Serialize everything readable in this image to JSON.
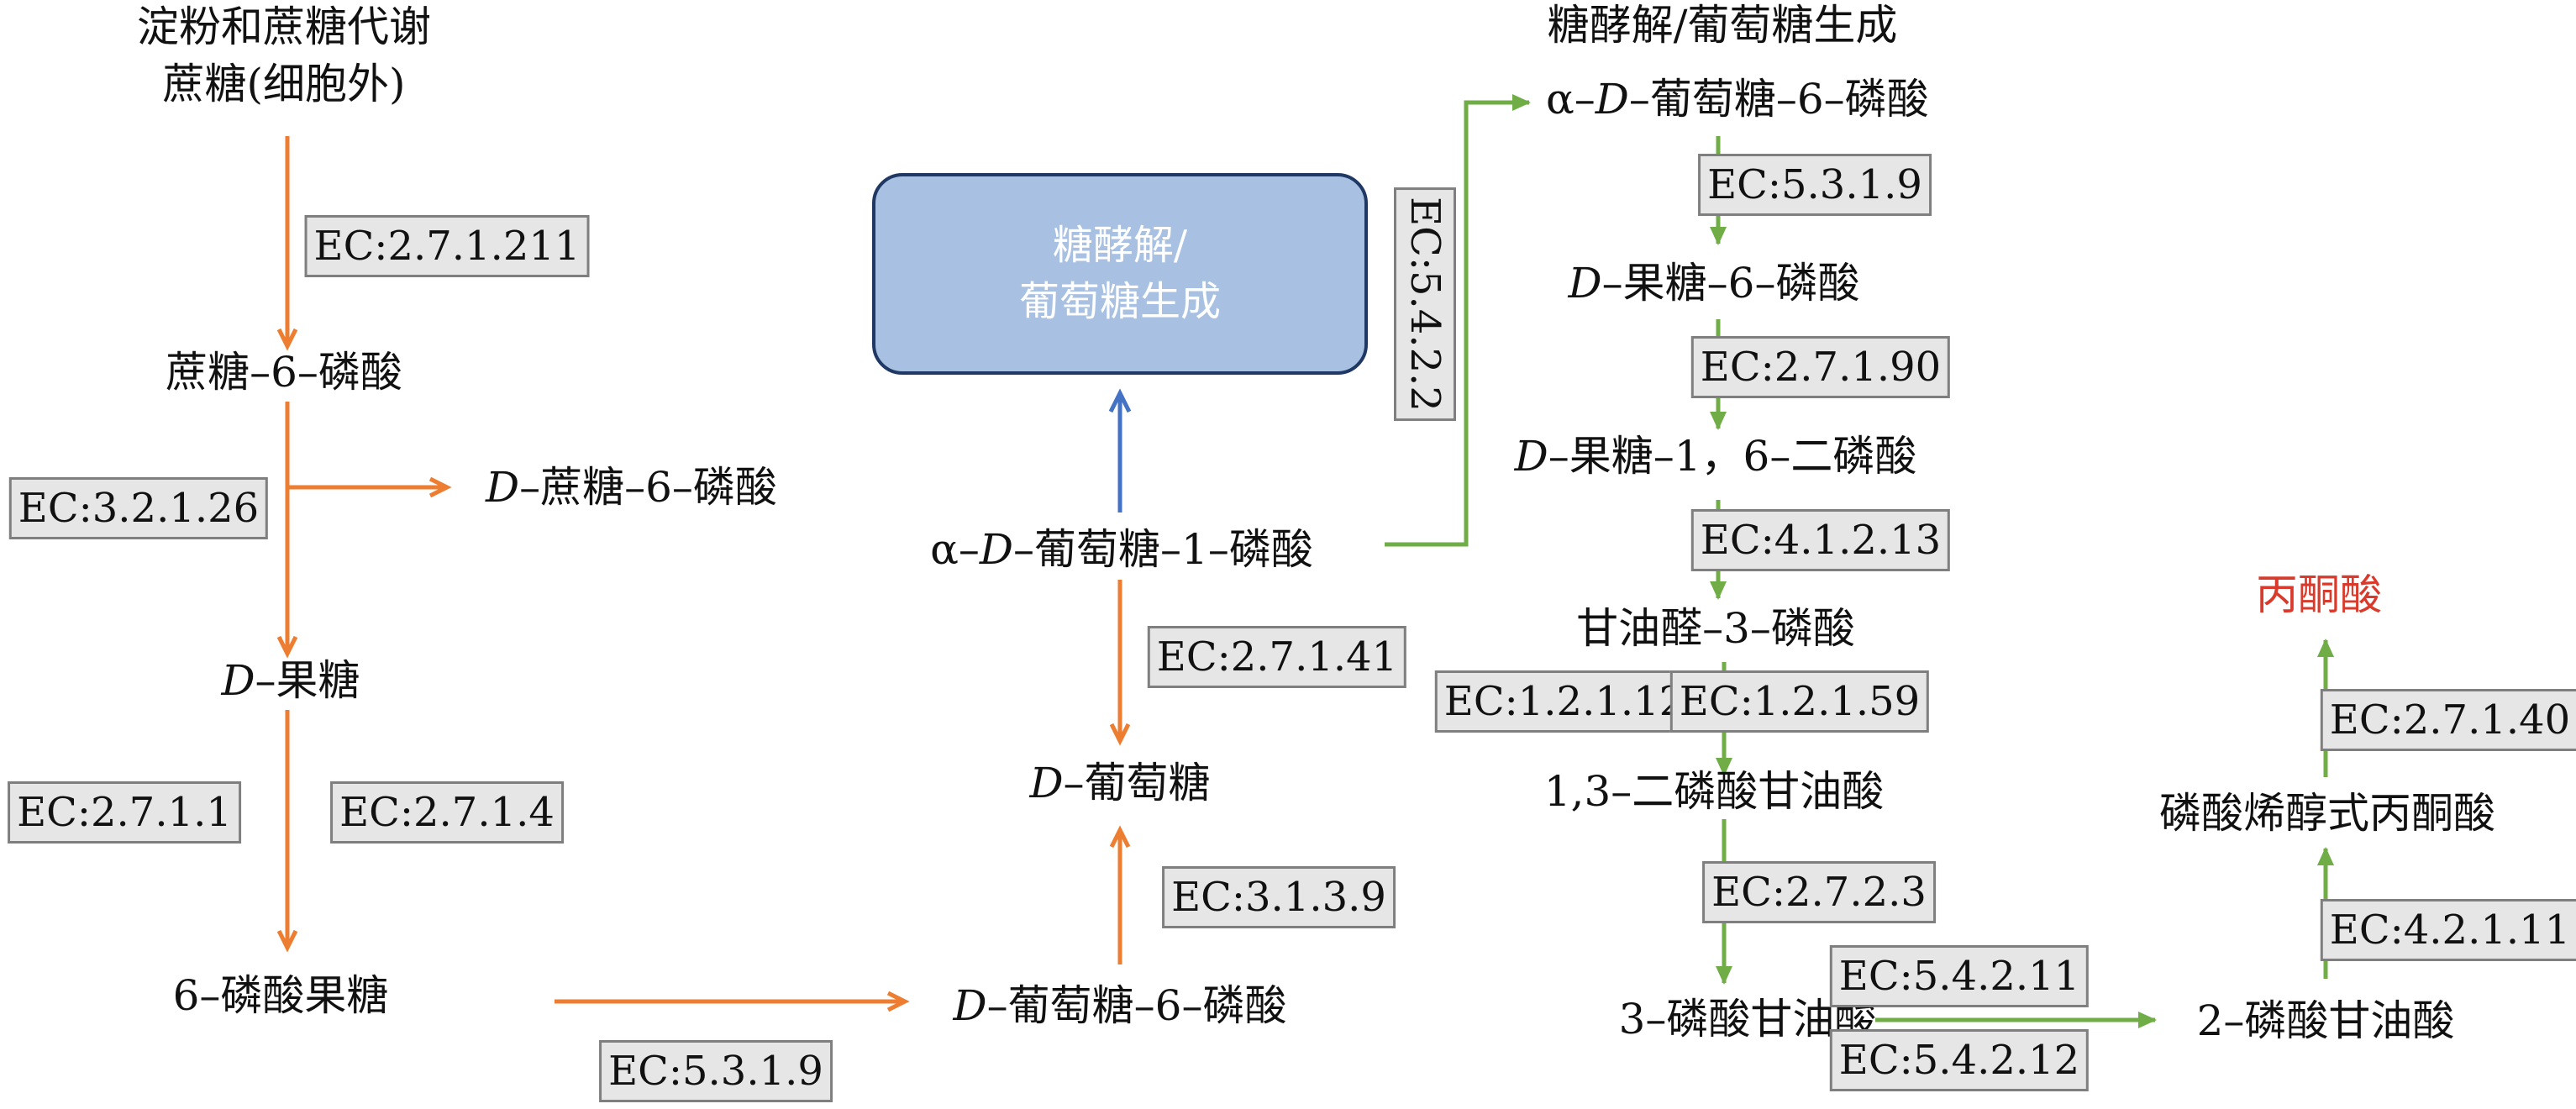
{
  "left_header": {
    "line1": "淀粉和蔗糖代谢",
    "line2": "蔗糖(细胞外)"
  },
  "right_header": "糖酵解/葡萄糖生成",
  "central_box": {
    "line1": "糖酵解/",
    "line2": "葡萄糖生成"
  },
  "nodes": {
    "sucrose6p": "蔗糖–6–磷酸",
    "d_sucrose6p_prefix": "D",
    "d_sucrose6p_rest": "–蔗糖–6–磷酸",
    "d_fructose_prefix": "D",
    "d_fructose_rest": "–果糖",
    "fructose6p": "6–磷酸果糖",
    "d_glucose6p_prefix": "D",
    "d_glucose6p_rest": "–葡萄糖–6–磷酸",
    "d_glucose_prefix": "D",
    "d_glucose_rest": "–葡萄糖",
    "a_d_glucose1p_a": "α–",
    "a_d_glucose1p_d": "D",
    "a_d_glucose1p_rest": "–葡萄糖–1–磷酸",
    "a_d_glucose6p_a": "α–",
    "a_d_glucose6p_d": "D",
    "a_d_glucose6p_rest": "–葡萄糖–6–磷酸",
    "d_fructose6p_prefix": "D",
    "d_fructose6p_rest": "–果糖–6–磷酸",
    "d_fructose16bp_prefix": "D",
    "d_fructose16bp_rest": "–果糖–1，6–二磷酸",
    "glyceraldehyde3p": "甘油醛–3–磷酸",
    "bpg13": "1,3–二磷酸甘油酸",
    "pg3": "3–磷酸甘油酸",
    "pg2": "2–磷酸甘油酸",
    "pep": "磷酸烯醇式丙酮酸",
    "pyruvate": "丙酮酸"
  },
  "enzymes": {
    "ec_2_7_1_211": "EC:2.7.1.211",
    "ec_3_2_1_26": "EC:3.2.1.26",
    "ec_2_7_1_1": "EC:2.7.1.1",
    "ec_2_7_1_4": "EC:2.7.1.4",
    "ec_5_3_1_9_bottom": "EC:5.3.1.9",
    "ec_2_7_1_41": "EC:2.7.1.41",
    "ec_3_1_3_9": "EC:3.1.3.9",
    "ec_5_4_2_2": "EC:5.4.2.2",
    "ec_5_3_1_9_right": "EC:5.3.1.9",
    "ec_2_7_1_90": "EC:2.7.1.90",
    "ec_4_1_2_13": "EC:4.1.2.13",
    "ec_1_2_1_12": "EC:1.2.1.12",
    "ec_1_2_1_59": "EC:1.2.1.59",
    "ec_2_7_2_3": "EC:2.7.2.3",
    "ec_5_4_2_11": "EC:5.4.2.11",
    "ec_5_4_2_12": "EC:5.4.2.12",
    "ec_4_2_1_11": "EC:4.2.1.11",
    "ec_2_7_1_40": "EC:2.7.1.40"
  },
  "colors": {
    "orange": "#ed7d31",
    "green": "#70ad47",
    "blue": "#4472c4",
    "red": "#d93a2b",
    "box_fill": "#a8c1e2",
    "box_border": "#1f3864"
  }
}
